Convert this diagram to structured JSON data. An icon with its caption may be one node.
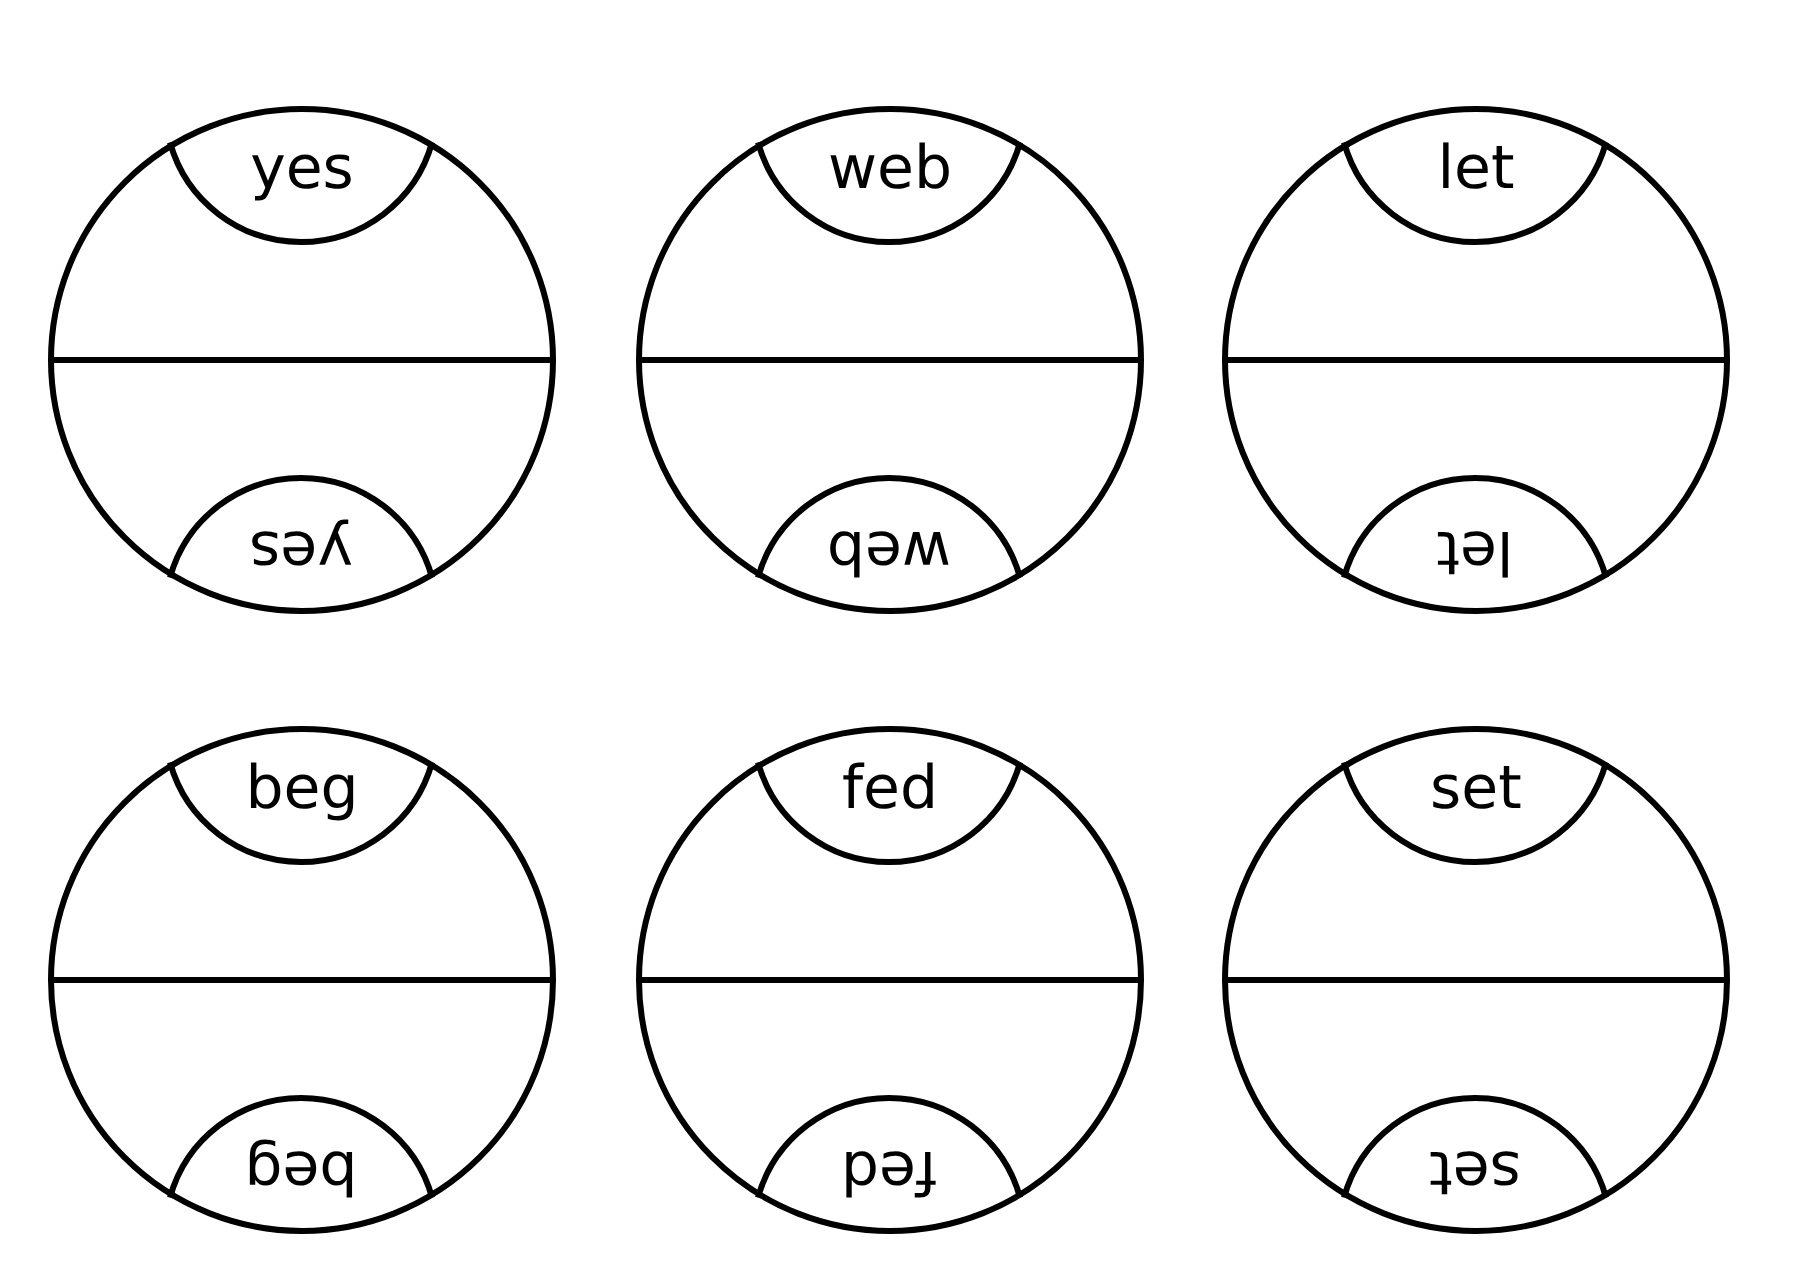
{
  "diagram": {
    "nodes": [
      {
        "text": [],
        "shape": "circle"
      },
      {
        "text": [
          "yes"
        ],
        "in": 0
      },
      {
        "text": [
          "yes"
        ],
        "in": 0
      },
      {
        "text": [],
        "shape": "circle"
      },
      {
        "text": [
          "web"
        ],
        "in": 3
      },
      {
        "text": [
          "web"
        ],
        "in": 3
      },
      {
        "text": [],
        "shape": "circle"
      },
      {
        "text": [
          "let"
        ],
        "in": 6
      },
      {
        "text": [
          "let"
        ],
        "in": 6
      },
      {
        "text": [],
        "shape": "circle"
      },
      {
        "text": [
          "beg"
        ],
        "in": 9
      },
      {
        "text": [
          "beg"
        ],
        "in": 9
      },
      {
        "text": [],
        "shape": "circle"
      },
      {
        "text": [
          "fed"
        ],
        "in": 12
      },
      {
        "text": [
          "fed"
        ],
        "in": 12
      },
      {
        "text": [],
        "shape": "circle"
      },
      {
        "text": [
          "set"
        ],
        "in": 15
      },
      {
        "text": [
          "set"
        ],
        "in": 15
      }
    ]
  }
}
